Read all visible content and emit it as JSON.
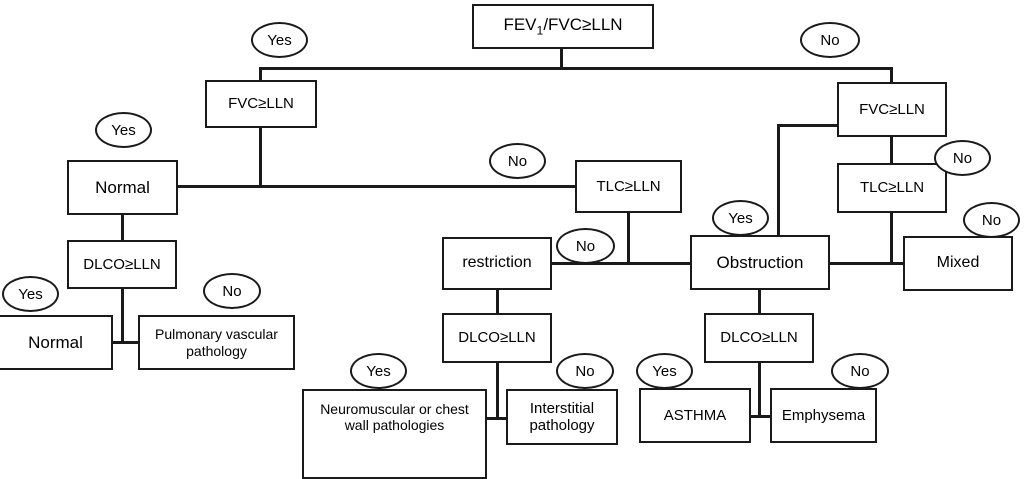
{
  "diagram": {
    "title": "Spirometry interpretation algorithm flowchart",
    "line_color": "#1a1a1a",
    "background_color": "#ffffff"
  },
  "nodes": {
    "fev1_fvc": {
      "label": "FEV1/FVC≥LLN",
      "label_prefix": "FEV",
      "label_sub": "1",
      "label_suffix": "/FVC≥LLN"
    },
    "fvc_left": {
      "label": "FVC≥LLN"
    },
    "fvc_right": {
      "label": "FVC≥LLN"
    },
    "normal_top": {
      "label": "Normal"
    },
    "dlco_left": {
      "label": "DLCO≥LLN"
    },
    "normal_bottom": {
      "label": "Normal"
    },
    "pulmonary_vascular": {
      "label": "Pulmonary vascular pathology"
    },
    "tlc_mid": {
      "label": "TLC≥LLN"
    },
    "tlc_right": {
      "label": "TLC≥LLN"
    },
    "restriction": {
      "label": "restriction"
    },
    "obstruction": {
      "label": "Obstruction"
    },
    "mixed": {
      "label": "Mixed"
    },
    "dlco_mid": {
      "label": "DLCO≥LLN"
    },
    "dlco_right": {
      "label": "DLCO≥LLN"
    },
    "neuromuscular": {
      "label": "Neuromuscular or chest wall pathologies"
    },
    "interstitial": {
      "label": "Interstitial pathology"
    },
    "asthma": {
      "label": "ASTHMA"
    },
    "emphysema": {
      "label": "Emphysema"
    }
  },
  "labels": {
    "yes_top_left": "Yes",
    "no_top_right": "No",
    "yes_normal": "Yes",
    "no_tlc_mid": "No",
    "no_tlc_right": "No",
    "no_mixed": "No",
    "yes_obstruction": "Yes",
    "no_restriction": "No",
    "yes_normal_bottom": "Yes",
    "no_pulmonary": "No",
    "yes_neuromuscular": "Yes",
    "no_interstitial": "No",
    "yes_asthma": "Yes",
    "no_emphysema": "No"
  }
}
